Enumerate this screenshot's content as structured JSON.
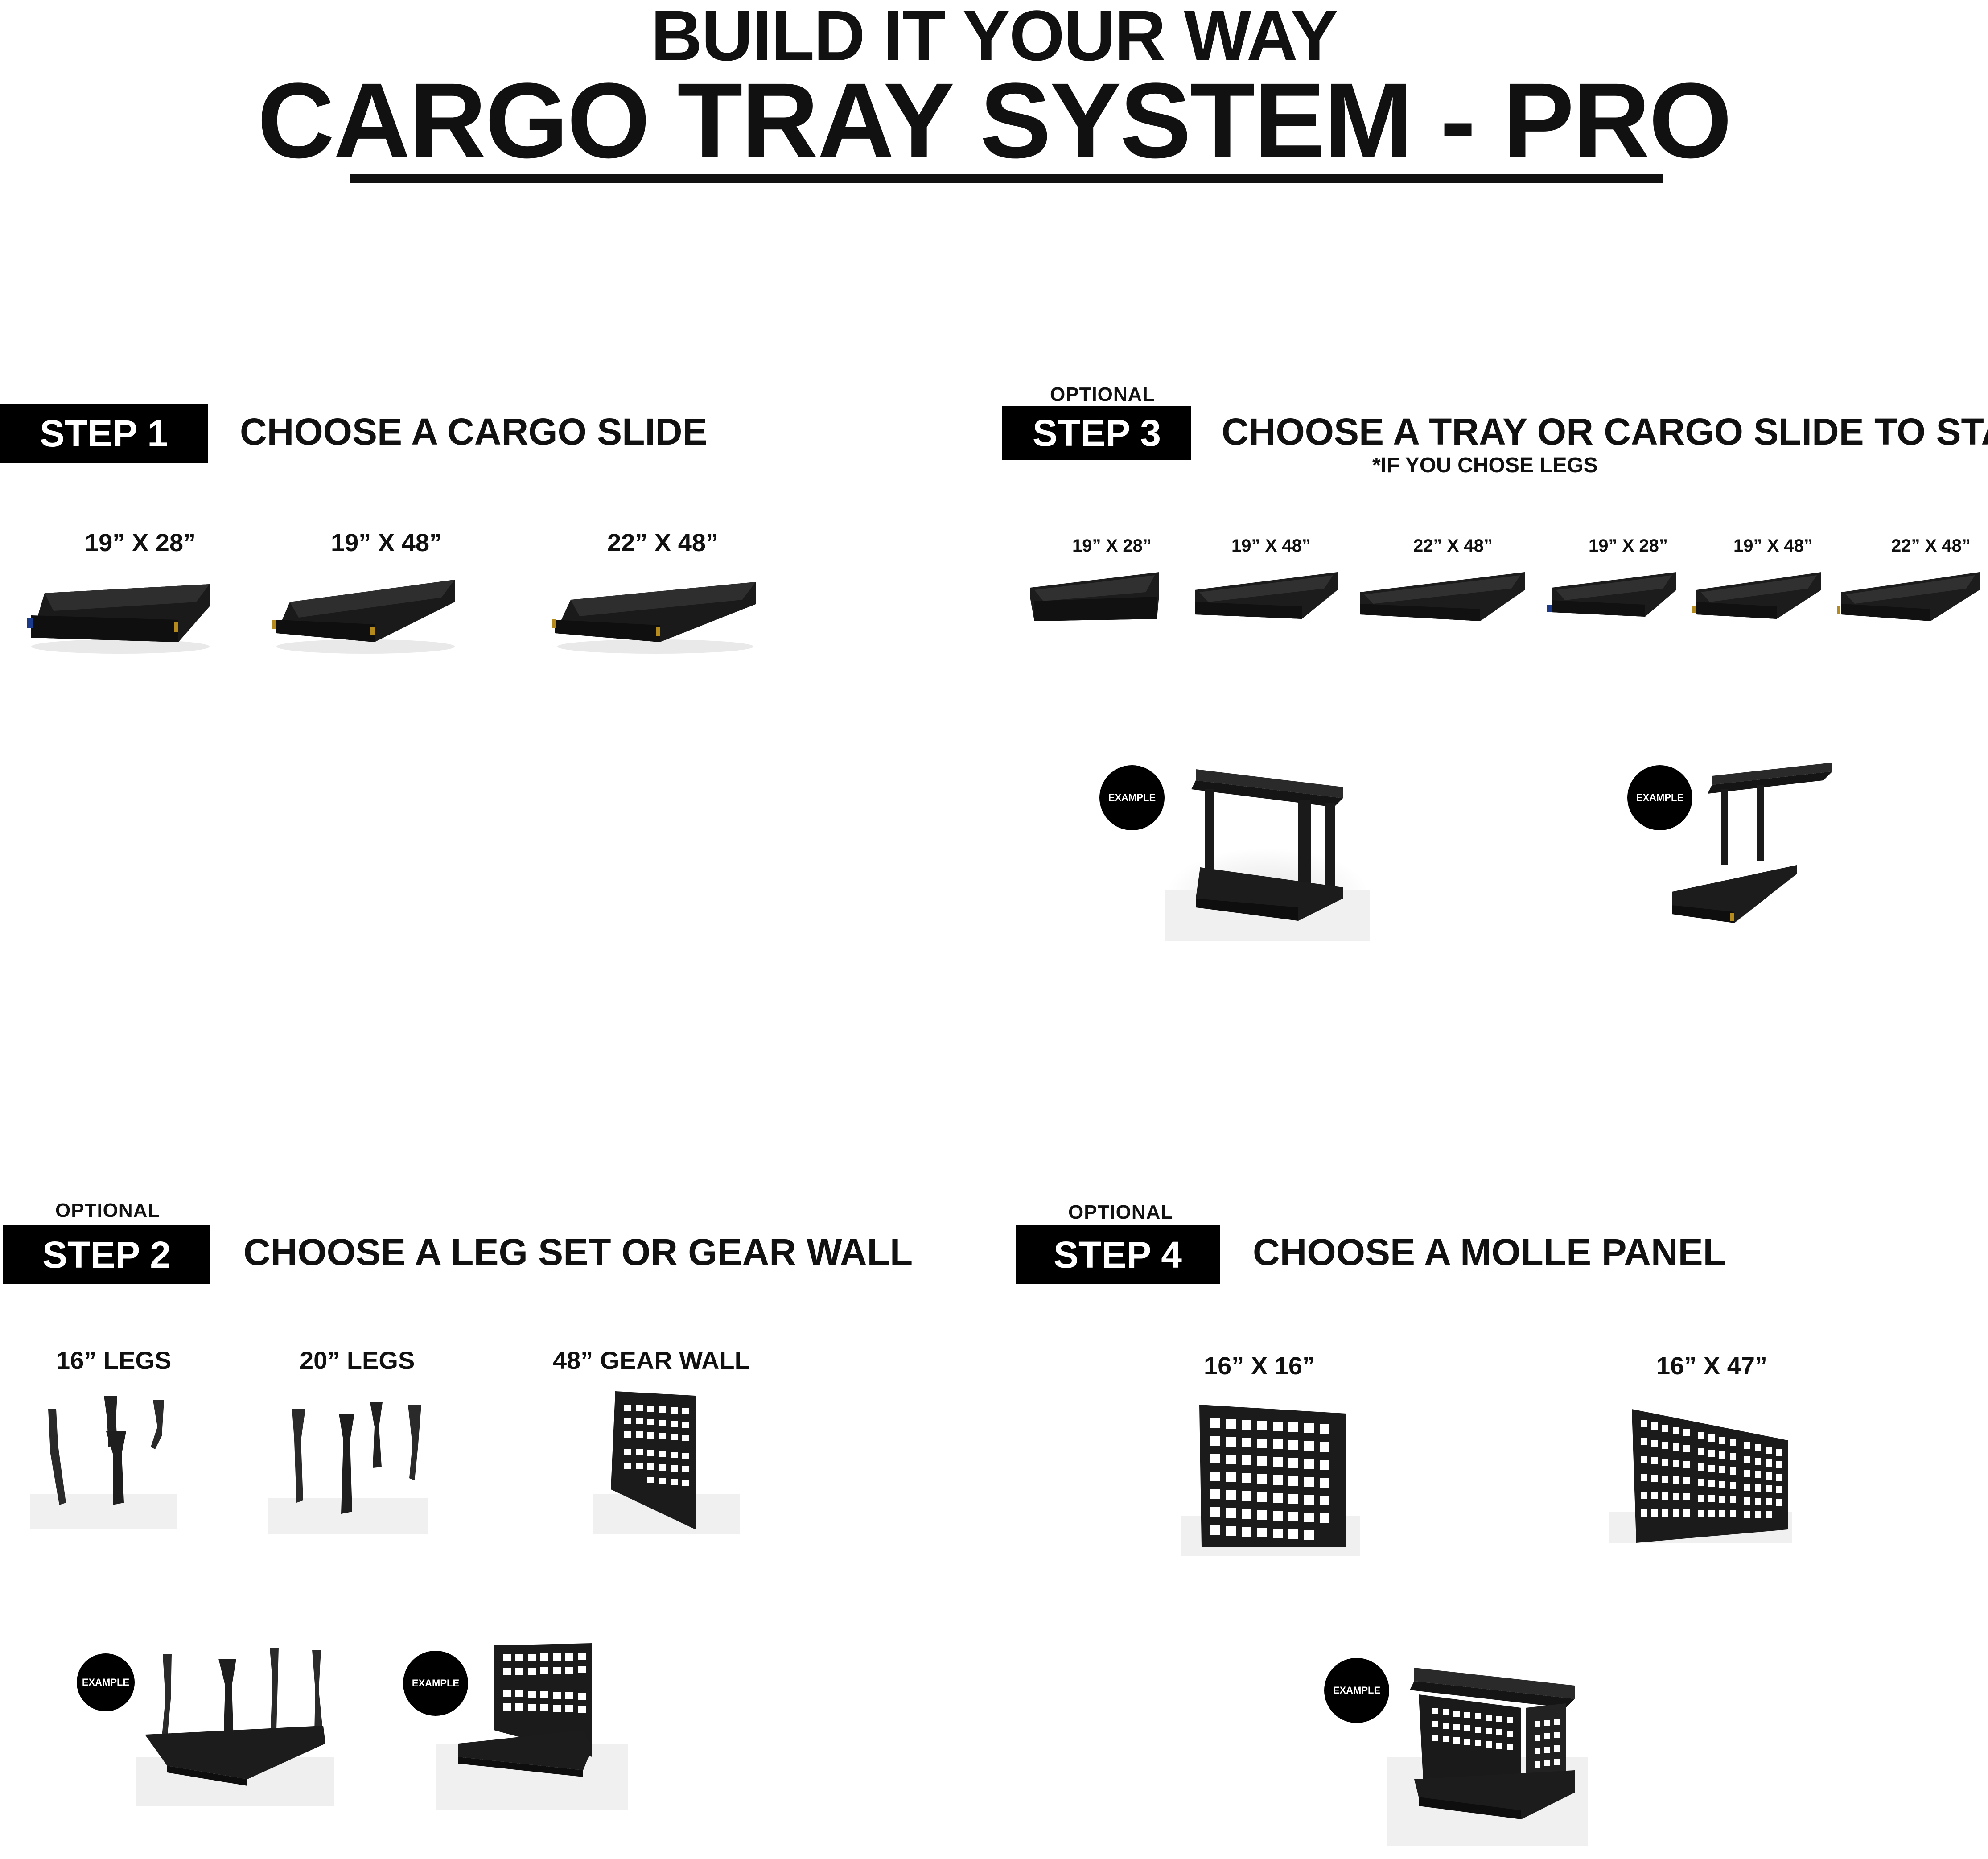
{
  "header": {
    "supertitle": "BUILD IT YOUR WAY",
    "title": "CARGO TRAY SYSTEM - PRO"
  },
  "step1": {
    "badge": "STEP 1",
    "title": "CHOOSE A CARGO SLIDE",
    "options": [
      {
        "label": "19” X 28”",
        "icon": "cargo-slide-icon"
      },
      {
        "label": "19” X 48”",
        "icon": "cargo-slide-icon"
      },
      {
        "label": "22” X 48”",
        "icon": "cargo-slide-icon"
      }
    ]
  },
  "step2": {
    "optional": "OPTIONAL",
    "badge": "STEP 2",
    "title": "CHOOSE A LEG SET OR GEAR WALL",
    "options": [
      {
        "label": "16” LEGS",
        "icon": "legs-icon"
      },
      {
        "label": "20” LEGS",
        "icon": "legs-icon"
      },
      {
        "label": "48” GEAR WALL",
        "icon": "gear-wall-icon"
      }
    ],
    "examples": [
      "EXAMPLE",
      "EXAMPLE"
    ]
  },
  "step3": {
    "optional": "OPTIONAL",
    "badge": "STEP 3",
    "title": "CHOOSE A TRAY OR CARGO SLIDE TO STACK",
    "note": "*IF YOU CHOSE LEGS",
    "options": [
      {
        "label": "19” X 28”",
        "icon": "tray-icon"
      },
      {
        "label": "19” X 48”",
        "icon": "tray-icon"
      },
      {
        "label": "22” X 48”",
        "icon": "tray-icon"
      },
      {
        "label": "19” X 28”",
        "icon": "cargo-slide-icon"
      },
      {
        "label": "19” X 48”",
        "icon": "cargo-slide-icon"
      },
      {
        "label": "22” X 48”",
        "icon": "cargo-slide-icon"
      }
    ],
    "examples": [
      "EXAMPLE",
      "EXAMPLE"
    ]
  },
  "step4": {
    "optional": "OPTIONAL",
    "badge": "STEP 4",
    "title": "CHOOSE A MOLLE PANEL",
    "options": [
      {
        "label": "16” X 16”",
        "icon": "molle-panel-icon"
      },
      {
        "label": "16” X 47”",
        "icon": "molle-panel-icon"
      }
    ],
    "examples": [
      "EXAMPLE"
    ]
  }
}
